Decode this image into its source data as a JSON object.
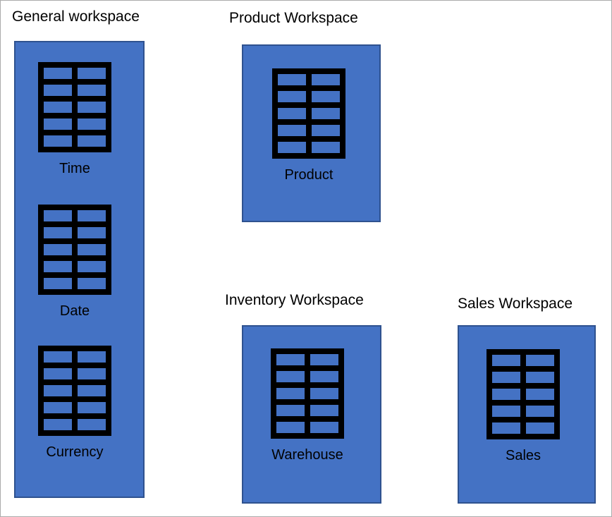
{
  "canvas": {
    "background": "#ffffff",
    "frame_color": "#ababab"
  },
  "colors": {
    "workspace_fill": "#4472c4",
    "workspace_border": "#2f528f",
    "table_icon_color": "#000000",
    "text_color": "#000000"
  },
  "workspaces": [
    {
      "title": "General workspace",
      "tables": [
        {
          "name": "Time"
        },
        {
          "name": "Date"
        },
        {
          "name": "Currency"
        }
      ]
    },
    {
      "title": "Product Workspace",
      "tables": [
        {
          "name": "Product"
        }
      ]
    },
    {
      "title": "Inventory Workspace",
      "tables": [
        {
          "name": "Warehouse"
        }
      ]
    },
    {
      "title": "Sales Workspace",
      "tables": [
        {
          "name": "Sales"
        }
      ]
    }
  ]
}
